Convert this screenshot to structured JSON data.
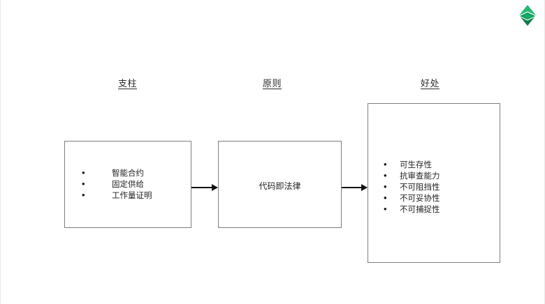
{
  "slide": {
    "background_color": "#ffffff",
    "border_color": "#7d7d7d",
    "text_color": "#1f1f1f"
  },
  "logo": {
    "name": "ethereum-classic-logo",
    "colors": {
      "top": "#25b870",
      "middle_upper": "#0f9b57",
      "middle_lower": "#14a964",
      "bottom": "#0b7d45"
    }
  },
  "headings": {
    "pillars": "支柱",
    "principles": "原则",
    "benefits": "好处"
  },
  "columns": {
    "pillars": {
      "items": [
        "智能合约",
        "固定供给",
        "工作量证明"
      ]
    },
    "principles": {
      "text": "代码即法律"
    },
    "benefits": {
      "items": [
        "可生存性",
        "抗审查能力",
        "不可阻挡性",
        "不可妥协性",
        "不可捕捉性"
      ]
    }
  },
  "arrows": [
    {
      "name": "arrow-pillars-to-principles"
    },
    {
      "name": "arrow-principles-to-benefits"
    }
  ]
}
